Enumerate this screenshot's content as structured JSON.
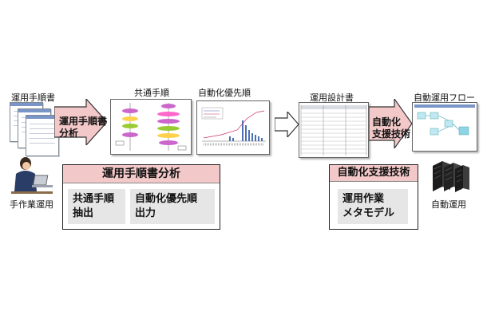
{
  "labels": {
    "manual": "運用手順書",
    "common": "共通手順",
    "priority": "自動化優先順",
    "design": "運用設計書",
    "flow": "自動運用フロー",
    "manual_ops": "手作業運用",
    "auto_ops": "自動運用"
  },
  "arrow1": {
    "line1": "運用手順書",
    "line2": "分析"
  },
  "arrow2": {
    "line1": "自動化",
    "line2": "支援技術"
  },
  "panel_left": {
    "title": "運用手順書分析",
    "box1": {
      "line1": "共通手順",
      "line2": "抽出"
    },
    "box2": {
      "line1": "自動化優先順",
      "line2": "出力"
    }
  },
  "panel_right": {
    "title": "自動化支援技術",
    "box1": {
      "line1": "運用作業",
      "line2": "メタモデル"
    }
  },
  "colors": {
    "pink_fill": "#f3c8c8",
    "grey_box": "#e6e6e6",
    "arrow_outline": "#333333"
  }
}
